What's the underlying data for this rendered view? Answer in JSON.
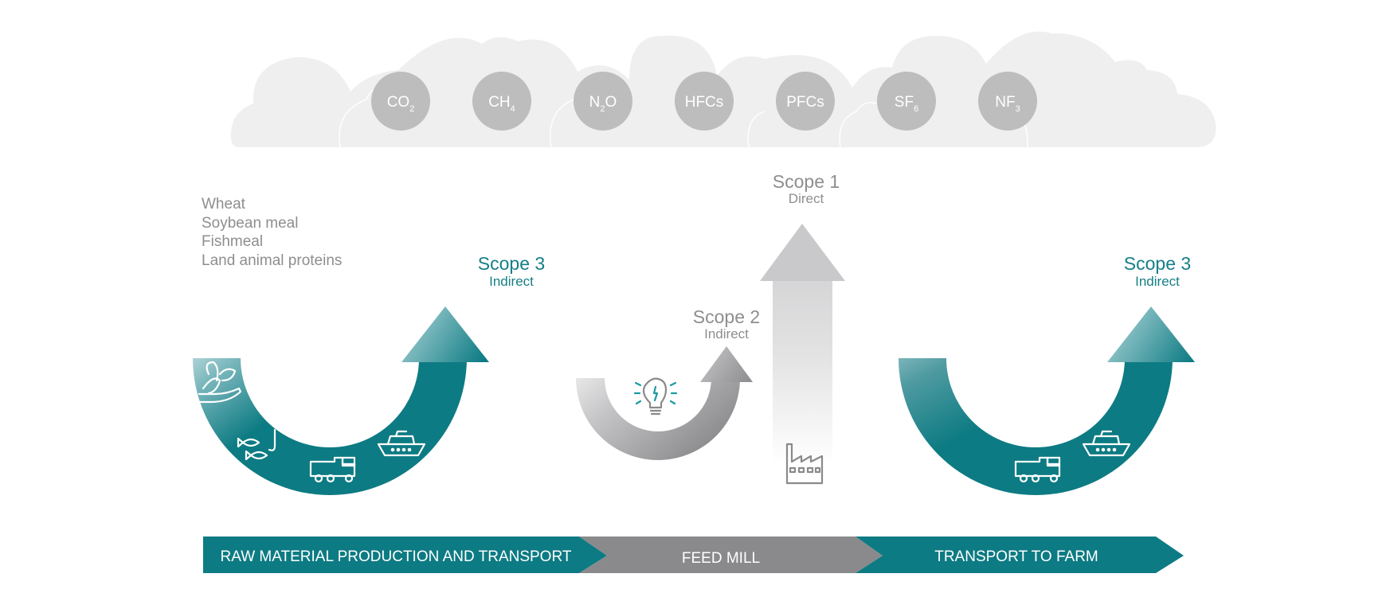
{
  "gases": [
    {
      "main": "CO",
      "sub": "2"
    },
    {
      "main": "CH",
      "sub": "4"
    },
    {
      "main": "N",
      "sub": "2",
      "tail": "O"
    },
    {
      "main": "HFCs",
      "sub": ""
    },
    {
      "main": "PFCs",
      "sub": ""
    },
    {
      "main": "SF",
      "sub": "6"
    },
    {
      "main": "NF",
      "sub": "3"
    }
  ],
  "raw_materials": [
    "Wheat",
    "Soybean meal",
    "Fishmeal",
    "Land animal proteins"
  ],
  "scopes": {
    "scope3_left": {
      "title": "Scope 3",
      "subtitle": "Indirect"
    },
    "scope2": {
      "title": "Scope 2",
      "subtitle": "Indirect"
    },
    "scope1": {
      "title": "Scope 1",
      "subtitle": "Direct"
    },
    "scope3_right": {
      "title": "Scope 3",
      "subtitle": "Indirect"
    }
  },
  "stages": {
    "raw": "RAW MATERIAL PRODUCTION AND TRANSPORT",
    "mill": "FEED MILL",
    "farm": "TRANSPORT TO FARM"
  },
  "colors": {
    "teal": "#0d7b83",
    "teal_light": "#6fb0b5",
    "grey": "#8a8a8c",
    "cloud": "#efefef",
    "gas_circle": "#bdbdbd"
  },
  "icons": [
    "plant-hand-icon",
    "fish-hook-icon",
    "truck-icon",
    "ship-icon",
    "lightbulb-icon",
    "factory-icon"
  ]
}
